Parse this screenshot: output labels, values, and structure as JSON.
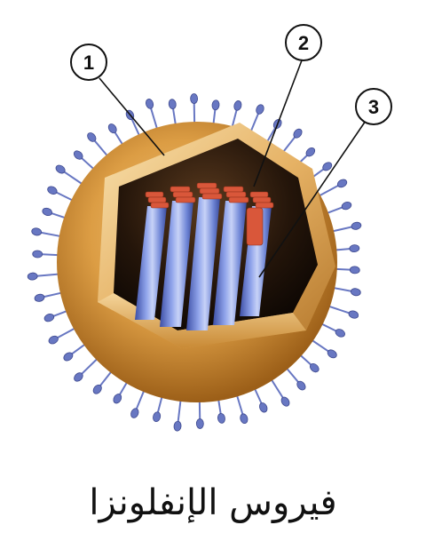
{
  "labels": [
    {
      "id": "1",
      "text": "1"
    },
    {
      "id": "2",
      "text": "2"
    },
    {
      "id": "3",
      "text": "3"
    }
  ],
  "caption": "فيروس الإنفلونزا",
  "colors": {
    "envelope": "#d99a3b",
    "envelope_dark": "#a86a1c",
    "interior": "#1a0f08",
    "rna_blue": "#6f86d6",
    "rna_highlight": "#b9c6f3",
    "protein_red": "#d9573a",
    "spike": "#6877c2"
  }
}
